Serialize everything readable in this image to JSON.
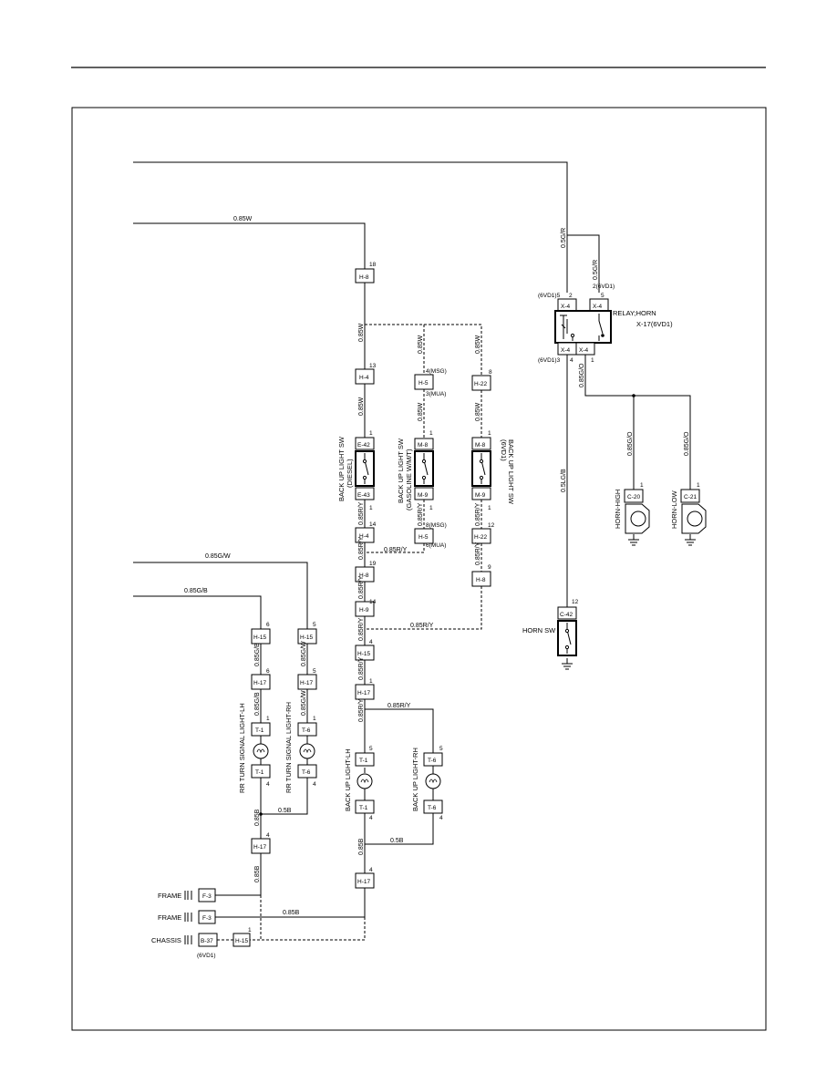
{
  "connectors": {
    "h8_top": "H-8",
    "h4_top": "H-4",
    "h5_top": "H-5",
    "h22_top": "H-22",
    "e42": "E-42",
    "e43": "E-43",
    "m8_a": "M-8",
    "m9_a": "M-9",
    "m8_b": "M-8",
    "m9_b": "M-9",
    "h4_mid": "H-4",
    "h5_mid": "H-5",
    "h22_mid": "H-22",
    "h8_mid": "H-8",
    "h8_right": "H-8",
    "h9": "H-9",
    "h15_a": "H-15",
    "h15_b": "H-15",
    "h15_c": "H-15",
    "h17_a": "H-17",
    "h17_b": "H-17",
    "h17_c": "H-17",
    "h17_d": "H-17",
    "h17_e": "H-17",
    "t1_a": "T-1",
    "t1_b": "T-1",
    "t6_a": "T-6",
    "t6_b": "T-6",
    "t1_c": "T-1",
    "t1_d": "T-1",
    "t6_c": "T-6",
    "t6_d": "T-6",
    "f3_a": "F-3",
    "f3_b": "F-3",
    "b37": "B-37",
    "h15_d": "H-15",
    "x4_a": "X-4",
    "x4_b": "X-4",
    "x4_c": "X-4",
    "x4_d": "X-4",
    "c20": "C-20",
    "c21": "C-21",
    "c42": "C-42"
  },
  "wires": {
    "w_085w_top": "0.85W",
    "w_085w_a": "0.85W",
    "w_085w_b": "0.85W",
    "w_085w_c": "0.85W",
    "w_085w_d": "0.85W",
    "w_085w_e": "0.85W",
    "w_085w_f": "0.85W",
    "w_085ry_a": "0.85R/Y",
    "w_085ry_b": "0.85R/Y",
    "w_085ry_c": "0.85R/Y",
    "w_085ry_d": "0.85R/Y",
    "w_085ry_e": "0.85R/Y",
    "w_085ry_f": "0.85R/Y",
    "w_085ry_g": "0.85R/Y",
    "w_085ry_h": "0.85R/Y",
    "w_085ry_i": "0.85R/Y",
    "w_085ry_j": "0.85R/Y",
    "w_085ry_k": "0.85R/Y",
    "w_085ry_l": "0.85R/Y",
    "w_085gw_top": "0.85G/W",
    "w_085gb_top": "0.85G/B",
    "w_085gb_v": "0.85G/B",
    "w_085gb_v2": "0.85G/B",
    "w_085gw_v": "0.85G/W",
    "w_085gw_v2": "0.85G/W",
    "w_085b_a": "0.85B",
    "w_085b_b": "0.85B",
    "w_085b_c": "0.85B",
    "w_085b_d": "0.85B",
    "w_05b_a": "0.5B",
    "w_05b_b": "0.5B",
    "w_05gr_a": "0.5G/R",
    "w_05gr_b": "0.5G/R",
    "w_085go_a": "0.85G/O",
    "w_085go_b": "0.85G/O",
    "w_085go_c": "0.85G/O",
    "w_05lb": "0.5LG/B"
  },
  "pins": {
    "p18": "18",
    "p13": "13",
    "p1a": "1",
    "p1b": "1",
    "p1c": "1",
    "p1d": "1",
    "p1e": "1",
    "p1f": "1",
    "p14a": "14",
    "p19": "19",
    "p14b": "14",
    "p4a": "4",
    "p1g": "1",
    "p4msg": "4(MSG)",
    "p3mua": "3(MUA)",
    "p8msg": "8(MSG)",
    "p6mua": "6(MUA)",
    "p8": "8",
    "p12a": "12",
    "p9": "9",
    "p6a": "6",
    "p5a": "5",
    "p6b": "6",
    "p5b": "5",
    "p1h": "1",
    "p1i": "1",
    "p4b": "4",
    "p4c": "4",
    "p4d": "4",
    "p4e": "4",
    "p5c": "5",
    "p5d": "5",
    "p4f": "4",
    "p4g": "4",
    "p4h": "4",
    "p1j": "1",
    "p6vd1_5": "(6VD1)5",
    "p2": "2",
    "p5e": "5",
    "p2_6vd1": "2(6VD1)",
    "p6vd1_3": "(6VD1)3",
    "p4i": "4",
    "p1k": "1",
    "p1l": "1",
    "p1m": "1",
    "p12b": "12"
  },
  "labels": {
    "back_up_sw_diesel": "BACK UP LIGHT SW",
    "back_up_sw_diesel_2": "(DIESEL)",
    "back_up_sw_gas": "BACK UP LIGHT SW",
    "back_up_sw_gas_2": "(GASOLINE W/M/T)",
    "back_up_sw_6vd1": "BACK UP LIGHT SW",
    "back_up_sw_6vd1_2": "(6VD1)",
    "rr_turn_lh": "RR TURN SIGNAL LIGHT-LH",
    "rr_turn_rh": "RR TURN SIGNAL LIGHT-RH",
    "back_up_lh": "BACK UP LIGHT-LH",
    "back_up_rh": "BACK UP LIGHT-RH",
    "frame_a": "FRAME",
    "frame_b": "FRAME",
    "chassis": "CHASSIS",
    "chassis_6vd1": "(6VD1)",
    "relay_horn": "RELAY;HORN",
    "relay_id": "X-17(6VD1)",
    "horn_high": "HORN-HIGH",
    "horn_low": "HORN-LOW",
    "horn_sw": "HORN SW"
  }
}
